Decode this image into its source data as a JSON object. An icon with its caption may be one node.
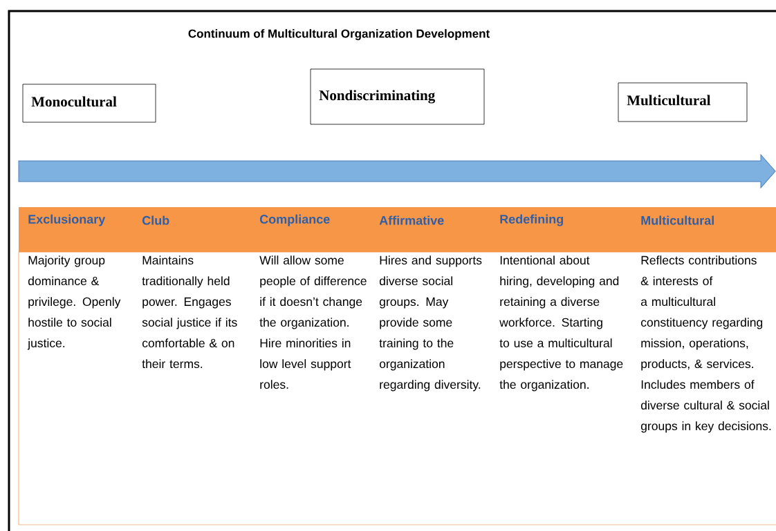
{
  "diagram": {
    "title": "Continuum of Multicultural Organization Development",
    "nodes": [
      {
        "text": [
          "Monocultural"
        ]
      },
      {
        "text": [
          "Nondiscriminating"
        ]
      },
      {
        "text": [
          "Multicultural"
        ]
      }
    ],
    "labels": [
      "Exclusionary",
      "Club",
      "Compliance",
      "Affirmative",
      "Redefining",
      "Multicultural",
      "Majority group dominance & privilege. Openly hostile to social justice.",
      "Maintains traditionally held power. Engages social justice if its comfortable & on their terms.",
      "Will allow some people of difference if it doesn’t change the organization. Hire minorities in low level support roles.",
      "Hires and supports diverse social groups. May provide some training to the organization regarding diversity.",
      "Intentional about hiring, developing and retaining a diverse workforce. Starting to use a multicultural perspective to manage the organization.",
      "Reflects contributions & interests of a multicultural constituency regarding mission, operations, products, & services. Includes members of diverse cultural & social groups in key decisions."
    ]
  }
}
